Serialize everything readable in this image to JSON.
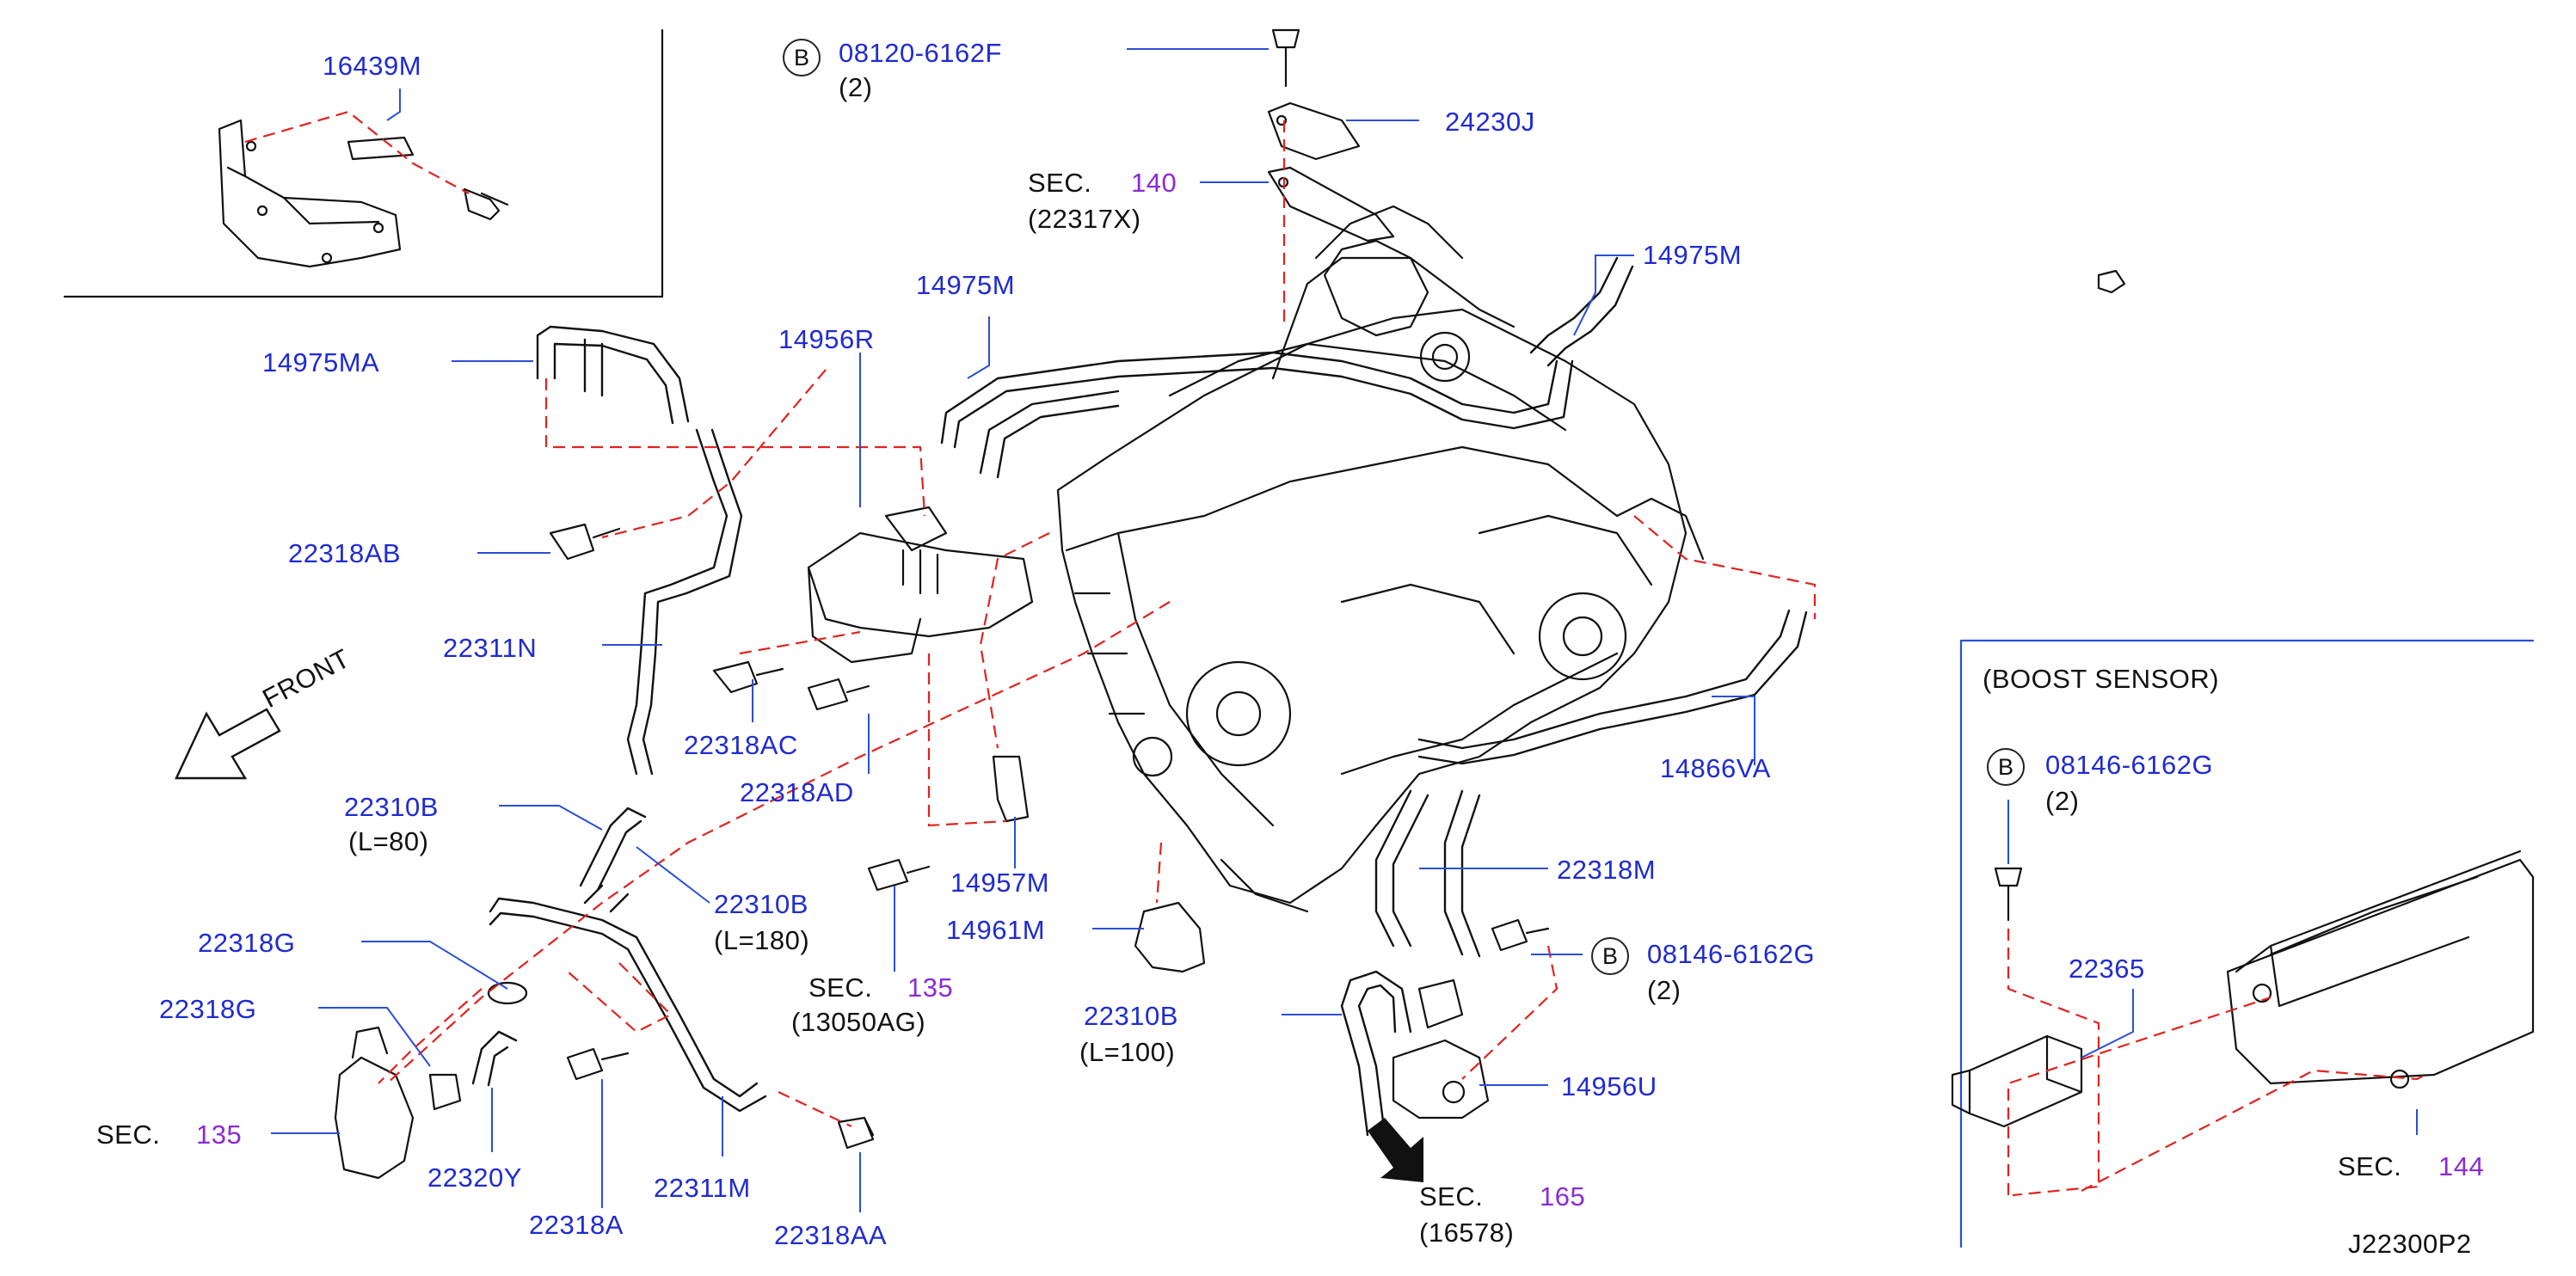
{
  "parts": {
    "p16439M": "16439M",
    "p08120_6162F": "08120-6162F",
    "p08120_qty": "(2)",
    "p24230J": "24230J",
    "sec140": "SEC.",
    "sec140_num": "140",
    "sec140_ref": "(22317X)",
    "p14975M_a": "14975M",
    "p14975M_b": "14975M",
    "p14975MA": "14975MA",
    "p14956R": "14956R",
    "p22318AB": "22318AB",
    "p22311N": "22311N",
    "front": "FRONT",
    "p22318AC": "22318AC",
    "p22318AD": "22318AD",
    "p22310B_80": "22310B",
    "p22310B_80_len": "(L=80)",
    "p22310B_180": "22310B",
    "p22310B_180_len": "(L=180)",
    "p14957M": "14957M",
    "p14961M": "14961M",
    "p22318M": "22318M",
    "p14866VA": "14866VA",
    "p08146_6162G_a": "08146-6162G",
    "p08146_qty_a": "(2)",
    "p22318G_a": "22318G",
    "p22318G_b": "22318G",
    "sec135_a": "SEC.",
    "sec135_a_num": "135",
    "sec135_b": "SEC.",
    "sec135_b_num": "135",
    "sec135_b_ref": "(13050AG)",
    "p22310B_100": "22310B",
    "p22310B_100_len": "(L=100)",
    "p14956U": "14956U",
    "sec165": "SEC.",
    "sec165_num": "165",
    "sec165_ref": "(16578)",
    "p22320Y": "22320Y",
    "p22318A": "22318A",
    "p22311M": "22311M",
    "p22318AA": "22318AA",
    "boost_title": "(BOOST   SENSOR)",
    "p08146_6162G_b": "08146-6162G",
    "p08146_qty_b": "(2)",
    "p22365": "22365",
    "sec144": "SEC.",
    "sec144_num": "144",
    "diagram_code": "J22300P2",
    "b_marker": "B"
  },
  "colors": {
    "label_blue": "#1f2bd1",
    "sec_purple": "#8a2bd6",
    "leader_blue": "#2a4fd6",
    "dash_red": "#e0231f",
    "line_black": "#111111"
  }
}
